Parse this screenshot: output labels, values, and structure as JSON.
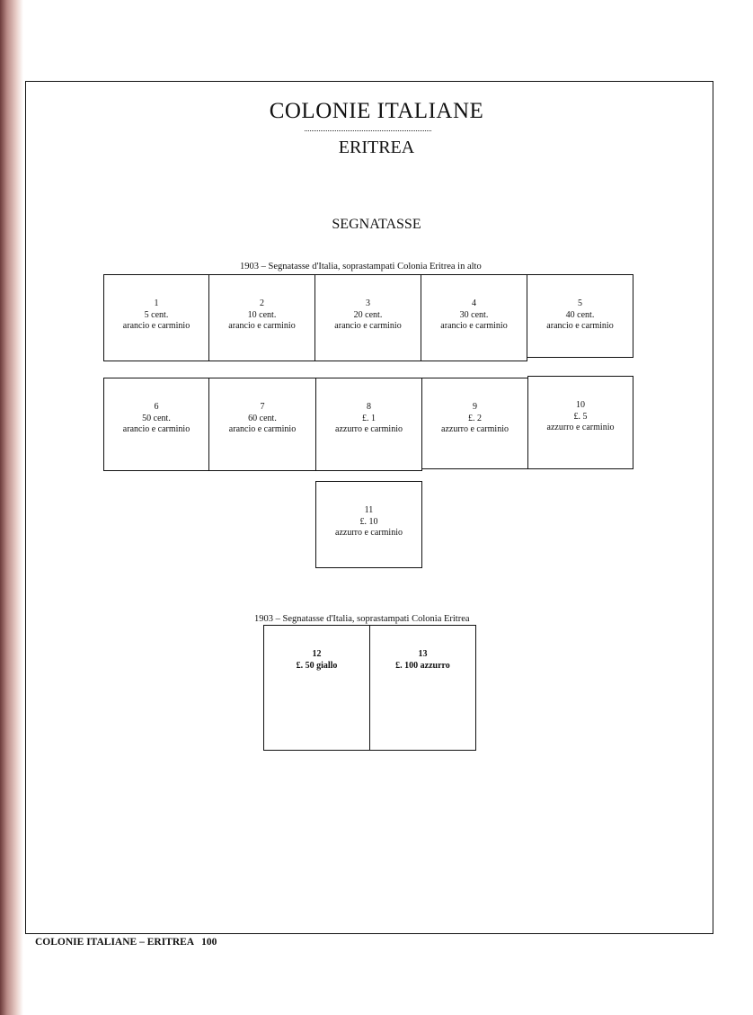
{
  "header": {
    "title": "COLONIE ITALIANE",
    "subtitle": "ERITREA",
    "section": "SEGNATASSE"
  },
  "groups": [
    {
      "caption": "1903 – Segnatasse d'Italia, soprastampati   Colonia Eritrea in alto",
      "stamps": [
        {
          "num": "1",
          "value": "5 cent.",
          "color": "arancio e carminio"
        },
        {
          "num": "2",
          "value": "10 cent.",
          "color": "arancio e carminio"
        },
        {
          "num": "3",
          "value": "20 cent.",
          "color": "arancio e carminio"
        },
        {
          "num": "4",
          "value": "30 cent.",
          "color": "arancio e carminio"
        },
        {
          "num": "5",
          "value": "40 cent.",
          "color": "arancio e carminio"
        },
        {
          "num": "6",
          "value": "50 cent.",
          "color": "arancio e carminio"
        },
        {
          "num": "7",
          "value": "60 cent.",
          "color": "arancio e carminio"
        },
        {
          "num": "8",
          "value": "£. 1",
          "color": "azzurro e carminio"
        },
        {
          "num": "9",
          "value": "£. 2",
          "color": "azzurro e carminio"
        },
        {
          "num": "10",
          "value": "£. 5",
          "color": "azzurro e carminio"
        },
        {
          "num": "11",
          "value": "£. 10",
          "color": "azzurro e carminio"
        }
      ]
    },
    {
      "caption": "1903 – Segnatasse d'Italia, soprastampati   Colonia Eritrea",
      "stamps": [
        {
          "num": "12",
          "value": "£. 50 giallo"
        },
        {
          "num": "13",
          "value": "£. 100 azzurro"
        }
      ]
    }
  ],
  "footer": {
    "text": "COLONIE ITALIANE – ERITREA   100"
  }
}
